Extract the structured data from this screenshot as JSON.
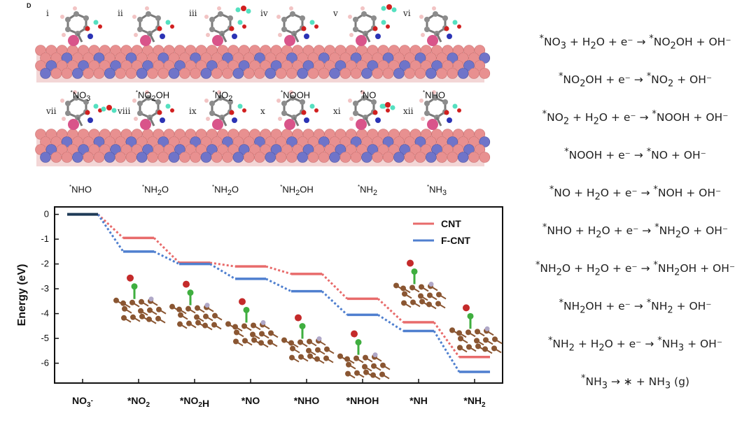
{
  "panel_letter": "D",
  "structures": [
    {
      "numeral": "i",
      "label": "*NO3"
    },
    {
      "numeral": "ii",
      "label": "*NO2OH"
    },
    {
      "numeral": "iii",
      "label": "*NO2"
    },
    {
      "numeral": "iv",
      "label": "*NOOH"
    },
    {
      "numeral": "v",
      "label": "*NO"
    },
    {
      "numeral": "vi",
      "label": "*NHO"
    },
    {
      "numeral": "vii",
      "label": "*NHO"
    },
    {
      "numeral": "viii",
      "label": "*NH2O"
    },
    {
      "numeral": "ix",
      "label": "*NH2O"
    },
    {
      "numeral": "x",
      "label": "*NH2OH"
    },
    {
      "numeral": "xi",
      "label": "*NH2"
    },
    {
      "numeral": "xii",
      "label": "*NH3"
    }
  ],
  "equations": [
    "*NO3 + H2O + e⁻ → *NO2OH + OH⁻",
    "*NO2OH + e⁻ → *NO2 + OH⁻",
    "*NO2 + H2O + e⁻ → *NOOH + OH⁻",
    "*NOOH + e⁻ → *NO + OH⁻",
    "*NO + H2O + e⁻ → *NOH + OH⁻",
    "*NHO + H2O + e⁻ → *NH2O + OH⁻",
    "*NH2O + H2O + e⁻ → *NH2OH + OH⁻",
    "*NH2OH + e⁻ → *NH2 + OH⁻",
    "*NH2 + H2O + e⁻ → *NH3 + OH⁻",
    "*NH3 → ∗ + NH3 (g)"
  ],
  "colors": {
    "cnt": "#e86b6b",
    "fcnt": "#4f7fcf",
    "start": "#1f3b57",
    "substrate": "#e89090",
    "nitrogen_atom": "#6f74c9"
  },
  "chart_data": {
    "type": "line",
    "categories": [
      "NO3-",
      "*NO2",
      "*NO2H",
      "*NO",
      "*NHO",
      "*NHOH",
      "*NH",
      "*NH2"
    ],
    "ylabel": "Energy (eV)",
    "ylim": [
      -6.8,
      0.3
    ],
    "yticks": [
      0,
      -1,
      -2,
      -3,
      -4,
      -5,
      -6
    ],
    "series": [
      {
        "name": "CNT",
        "values": [
          0,
          -0.95,
          -1.95,
          -2.1,
          -2.4,
          -3.4,
          -4.35,
          -5.75
        ]
      },
      {
        "name": "F-CNT",
        "values": [
          0,
          -1.5,
          -2.0,
          -2.6,
          -3.1,
          -4.05,
          -4.7,
          -6.35
        ]
      }
    ],
    "legend_position": "top-right",
    "grid": false
  }
}
